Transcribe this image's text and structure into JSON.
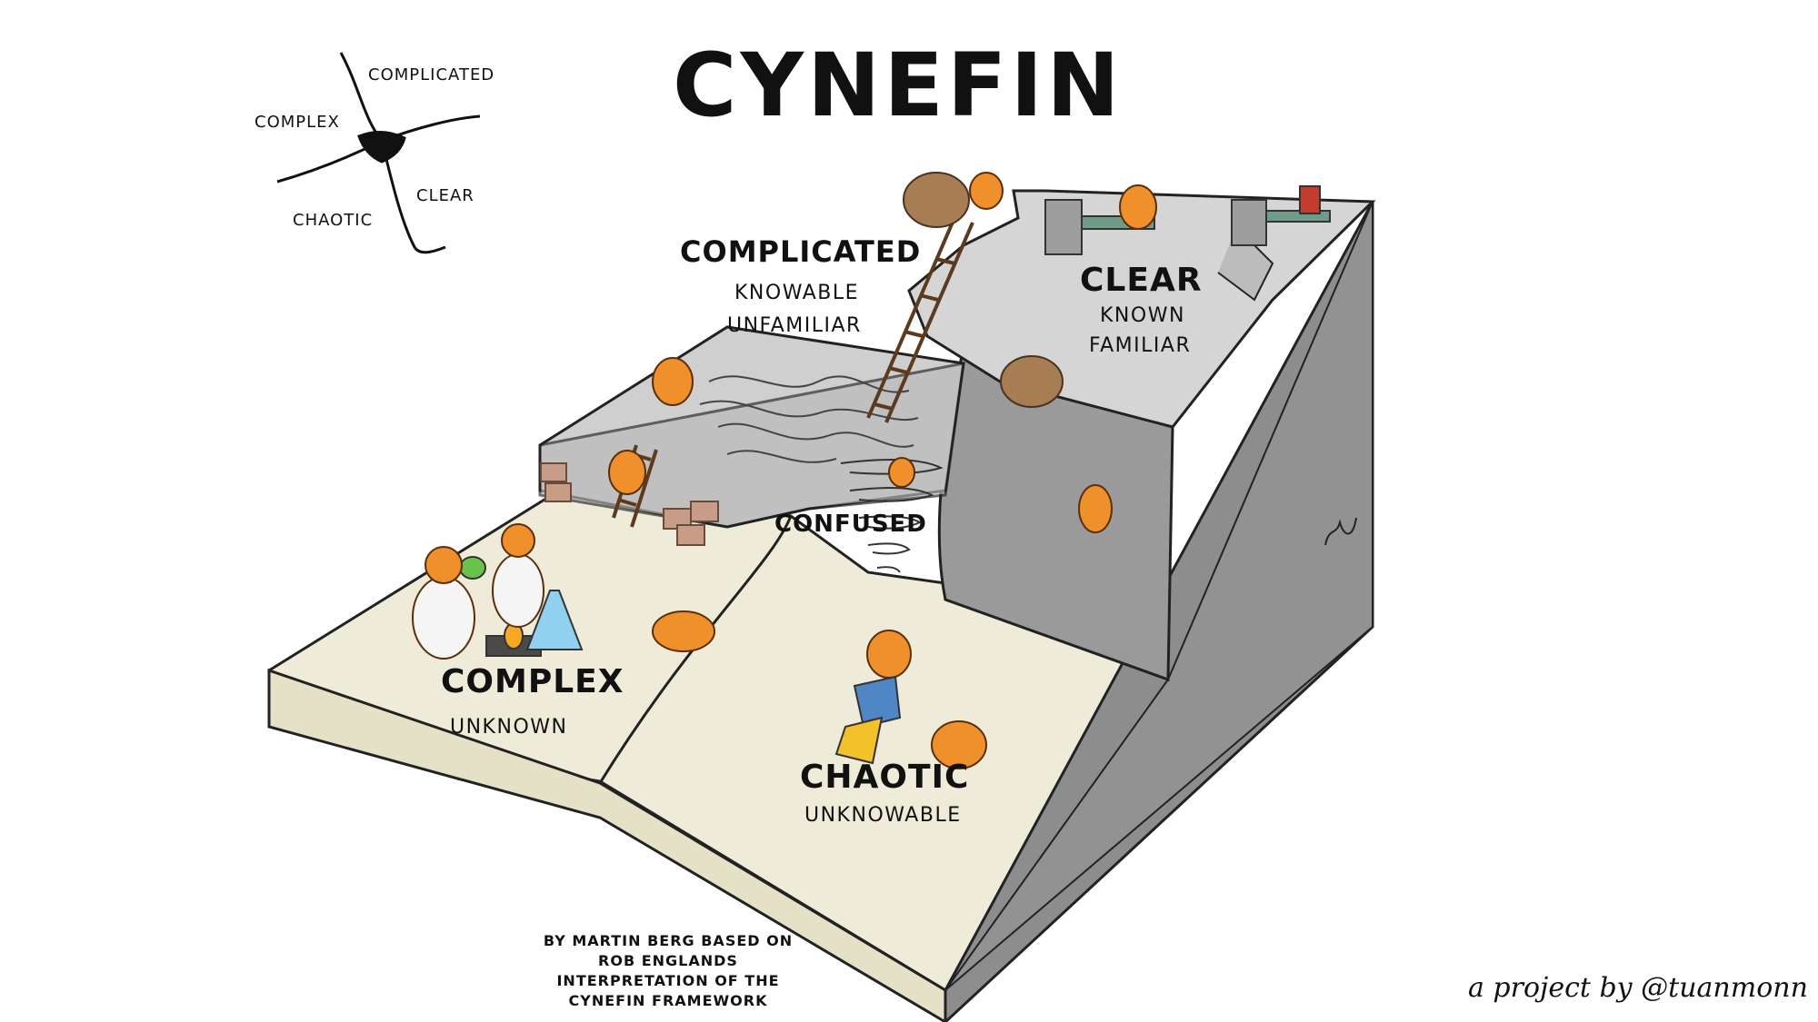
{
  "title": "CYNEFIN",
  "mini_map": {
    "complicated": "COMPLICATED",
    "complex": "COMPLEX",
    "clear": "CLEAR",
    "chaotic": "CHAOTIC"
  },
  "zones": {
    "complicated": {
      "name": "COMPLICATED",
      "line1": "KNOWABLE",
      "line2": "UNFAMILIAR"
    },
    "clear": {
      "name": "CLEAR",
      "line1": "KNOWN",
      "line2": "FAMILIAR"
    },
    "complex": {
      "name": "COMPLEX",
      "line1": "UNKNOWN"
    },
    "chaotic": {
      "name": "CHAOTIC",
      "line1": "UNKNOWABLE"
    },
    "confused": {
      "name": "CONFUSED"
    }
  },
  "credit": {
    "line1": "BY MARTIN BERG BASED ON",
    "line2": "ROB ENGLANDS",
    "line3": "INTERPRETATION OF THE",
    "line4": "CYNEFIN FRAMEWORK"
  },
  "byline": "a project by @tuanmonn",
  "colors": {
    "sand": "#eeecd9",
    "stone_top": "#cfcfcf",
    "stone_side": "#9b9b9b",
    "cliff": "#8d8d8d",
    "creature": "#f0902a"
  }
}
